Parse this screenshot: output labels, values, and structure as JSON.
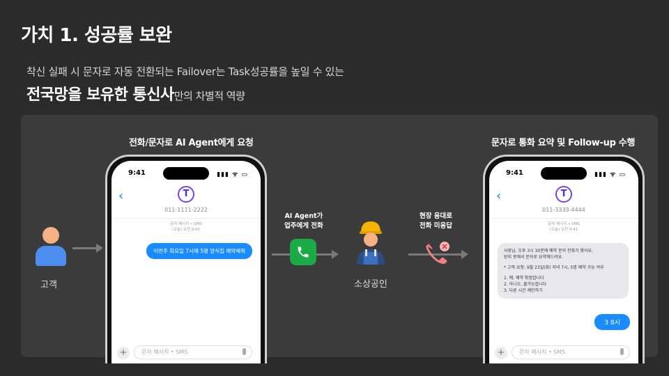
{
  "title": "가치 1. 성공률 보완",
  "subtitle_line1": "착신 실패 시 문자로 자동 전환되는 Failover는 Task성공률을 높일 수 있는",
  "subtitle_line2_bold": "전국망을 보유한 통신사",
  "subtitle_line2_rest": "만의 차별적 역량",
  "left_caption": "전화/문자로 AI Agent에게 요청",
  "right_caption": "문자로 통화 요약 및 Follow-up 수행",
  "customer_label": "고객",
  "owner_label": "소상공인",
  "ai_caption": [
    "AI Agent가",
    "업주에게 전화"
  ],
  "field_caption": [
    "현장 응대로",
    "전화 미응답"
  ],
  "phone_left": {
    "time": "9:41",
    "status": "▮▮▮ ᯤ ▭",
    "back": "‹",
    "avatar_glyph": "T",
    "number": "011-1111-2222",
    "meta": [
      "문자 메시지 • SMS",
      "(오늘) 오전 9:41"
    ],
    "message": "이번주 화요일 7시에 5명 양식집 예약해줘",
    "input_placeholder": "문자 메시지 • SMS",
    "plus": "+"
  },
  "phone_right": {
    "time": "9:41",
    "status": "▮▮▮ ᯤ ▭",
    "back": "‹",
    "avatar_glyph": "T",
    "number": "011-3333-4444",
    "meta": [
      "문자 메시지 • SMS",
      "(오늘) 오전 9:41"
    ],
    "incoming": [
      "사장님, 오후 3시 30분에 예약 문의 전화가 왔어요.",
      "받지 못해서 문자로 요약해드려요.",
      "* 고객 요청: 9월 23일(화) 저녁 7시, 5명 예약 가능 여부",
      "1. 예, 예약 확정합니다",
      "2. 아니오, 불가능합니다",
      "3. 다른 시간 제안하기"
    ],
    "reply": "3 8시",
    "input_placeholder": "문자 메시지 • SMS",
    "plus": "+"
  },
  "colors": {
    "background": "#2b2b2b",
    "panel": "#3b3b3b",
    "imessage_blue": "#1a8cff",
    "call_green": "#1aab47"
  }
}
